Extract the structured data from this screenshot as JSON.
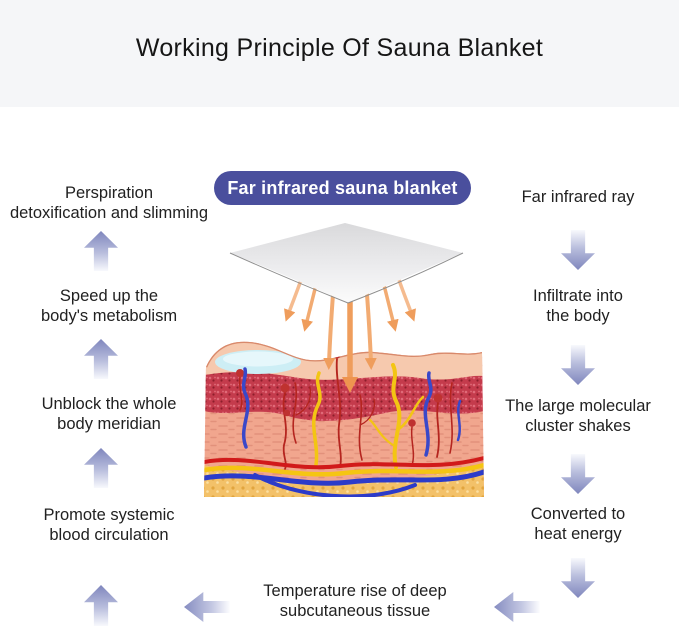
{
  "title": "Working Principle Of Sauna Blanket",
  "badge": {
    "label": "Far infrared sauna blanket"
  },
  "colors": {
    "badge_bg": "#4a4f9d",
    "header_bg": "#f5f6f8",
    "flow_arrow_purple": "#7f86bd",
    "infrared_arrow_orange": "#f0a468",
    "skin_dermis": "#f1a68e",
    "skin_speckle_red": "#c43b4c",
    "skin_fat_yellow": "#f3c169"
  },
  "left_flow": {
    "direction": "up",
    "items": [
      {
        "text": "Perspiration\ndetoxification and slimming"
      },
      {
        "text": "Speed up the\nbody's metabolism"
      },
      {
        "text": "Unblock the whole\nbody meridian"
      },
      {
        "text": "Promote systemic\nblood circulation"
      }
    ]
  },
  "right_flow": {
    "direction": "down",
    "items": [
      {
        "text": "Far infrared ray"
      },
      {
        "text": "Infiltrate into\nthe body"
      },
      {
        "text": "The large molecular\ncluster shakes"
      },
      {
        "text": "Converted to\nheat energy"
      }
    ]
  },
  "bottom_flow": {
    "text": "Temperature rise of deep\nsubcutaneous tissue"
  }
}
